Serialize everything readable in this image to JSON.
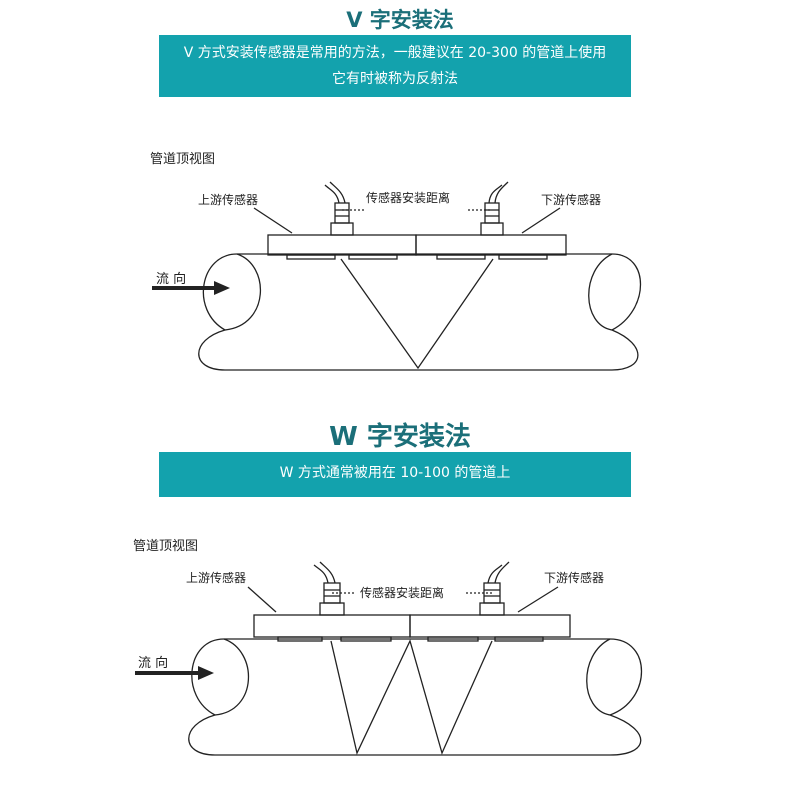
{
  "sections": {
    "v": {
      "title": "V 字安装法",
      "banner_line1": "V 方式安装传感器是常用的方法，一般建议在 20-300 的管道上使用",
      "banner_line2": "它有时被称为反射法",
      "diagram": {
        "view_label": "管道顶视图",
        "upstream_label": "上游传感器",
        "downstream_label": "下游传感器",
        "distance_label": "传感器安装距离",
        "flow_label": "流 向"
      }
    },
    "w": {
      "title": "W 字安装法",
      "banner_line1": "W 方式通常被用在 10-100 的管道上",
      "diagram": {
        "view_label": "管道顶视图",
        "upstream_label": "上游传感器",
        "downstream_label": "下游传感器",
        "distance_label": "传感器安装距离",
        "flow_label": "流 向"
      }
    }
  },
  "colors": {
    "title": "#1b6f79",
    "banner_bg": "#13a2ad",
    "banner_text": "#ffffff",
    "line": "#222222"
  },
  "icons": {
    "sensor": "transducer-icon",
    "arrow": "flow-arrow-icon"
  }
}
